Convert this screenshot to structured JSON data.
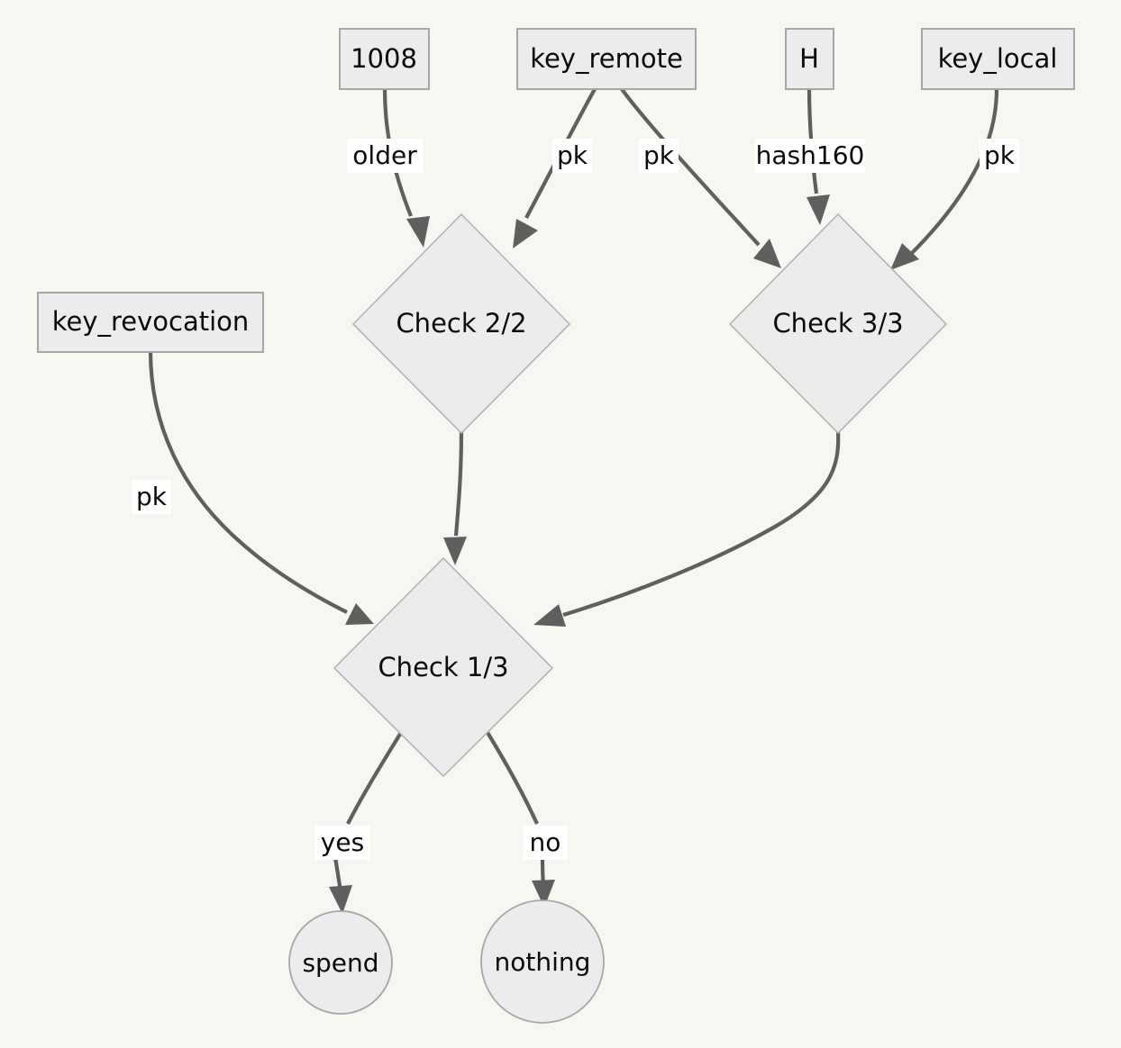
{
  "diagram": {
    "type": "flowchart",
    "background_color": "#f7f6f1",
    "node_fill": "#ececee",
    "node_stroke": "#a6a6a6",
    "edge_color": "#5f5f5f",
    "label_bg": "#ffffff",
    "nodes": [
      {
        "id": "n_1008",
        "label": "1008",
        "shape": "box"
      },
      {
        "id": "n_keyremote",
        "label": "key_remote",
        "shape": "box"
      },
      {
        "id": "n_h",
        "label": "H",
        "shape": "box"
      },
      {
        "id": "n_keylocal",
        "label": "key_local",
        "shape": "box"
      },
      {
        "id": "n_keyrevoc",
        "label": "key_revocation",
        "shape": "box"
      },
      {
        "id": "n_check22",
        "label": "Check 2/2",
        "shape": "diamond"
      },
      {
        "id": "n_check33",
        "label": "Check 3/3",
        "shape": "diamond"
      },
      {
        "id": "n_check13",
        "label": "Check 1/3",
        "shape": "diamond"
      },
      {
        "id": "n_spend",
        "label": "spend",
        "shape": "circle"
      },
      {
        "id": "n_nothing",
        "label": "nothing",
        "shape": "circle"
      }
    ],
    "edges": [
      {
        "from": "n_1008",
        "to": "n_check22",
        "label": "older"
      },
      {
        "from": "n_keyremote",
        "to": "n_check22",
        "label": "pk"
      },
      {
        "from": "n_keyremote",
        "to": "n_check33",
        "label": "pk"
      },
      {
        "from": "n_h",
        "to": "n_check33",
        "label": "hash160"
      },
      {
        "from": "n_keylocal",
        "to": "n_check33",
        "label": "pk"
      },
      {
        "from": "n_keyrevoc",
        "to": "n_check13",
        "label": "pk"
      },
      {
        "from": "n_check22",
        "to": "n_check13",
        "label": ""
      },
      {
        "from": "n_check33",
        "to": "n_check13",
        "label": ""
      },
      {
        "from": "n_check13",
        "to": "n_spend",
        "label": "yes"
      },
      {
        "from": "n_check13",
        "to": "n_nothing",
        "label": "no"
      }
    ]
  }
}
